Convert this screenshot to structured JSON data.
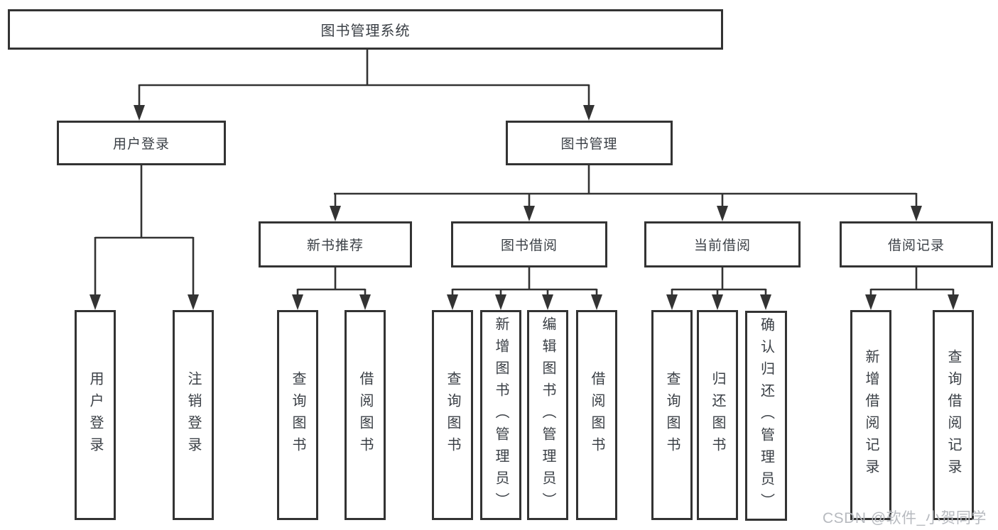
{
  "diagram_type": "hierarchy-tree",
  "colors": {
    "line": "#333333",
    "box_border": "#333333",
    "box_fill": "#ffffff",
    "text": "#3a3f45",
    "watermark": "#b7babf"
  },
  "tree": {
    "root": "图书管理系统",
    "level2": [
      "用户登录",
      "图书管理"
    ],
    "level3": [
      "新书推荐",
      "图书借阅",
      "当前借阅",
      "借阅记录"
    ],
    "leaves_user_login": [
      "用户登录",
      "注销登录"
    ],
    "leaves_new_book": [
      "查询图书",
      "借阅图书"
    ],
    "leaves_book_borrow": [
      "查询图书",
      "新增图书（管理员）",
      "编辑图书（管理员）",
      "借阅图书"
    ],
    "leaves_current_borrow": [
      "查询图书",
      "归还图书",
      "确认归还（管理员）"
    ],
    "leaves_borrow_record": [
      "新增借阅记录",
      "查询借阅记录"
    ]
  },
  "watermark": "CSDN @软件_小贺同学"
}
